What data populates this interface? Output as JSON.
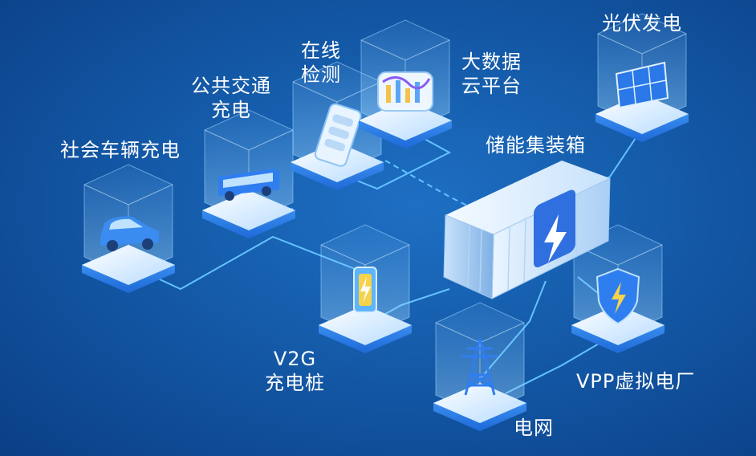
{
  "labels": {
    "social_charging": "社会车辆充电",
    "public_transit": [
      "公共交通",
      "充电"
    ],
    "online_detect": [
      "在线",
      "检测"
    ],
    "big_data": [
      "大数据",
      "云平台"
    ],
    "solar": "光伏发电",
    "storage": "储能集装箱",
    "v2g": [
      "V2G",
      "充电桩"
    ],
    "grid": "电网",
    "vpp": "VPP虚拟电厂"
  },
  "icons": {
    "car": "car-icon",
    "bus": "bus-icon",
    "phone": "phone-icon",
    "chart": "chart-icon",
    "solar": "solar-panel-icon",
    "container": "container-icon",
    "charger": "battery-charger-icon",
    "tower": "power-tower-icon",
    "shield": "shield-bolt-icon"
  },
  "colors": {
    "background": "#145aa8",
    "line": "#63c3ff",
    "cube_top": "#d9efff",
    "accent": "#2f7ef0"
  }
}
